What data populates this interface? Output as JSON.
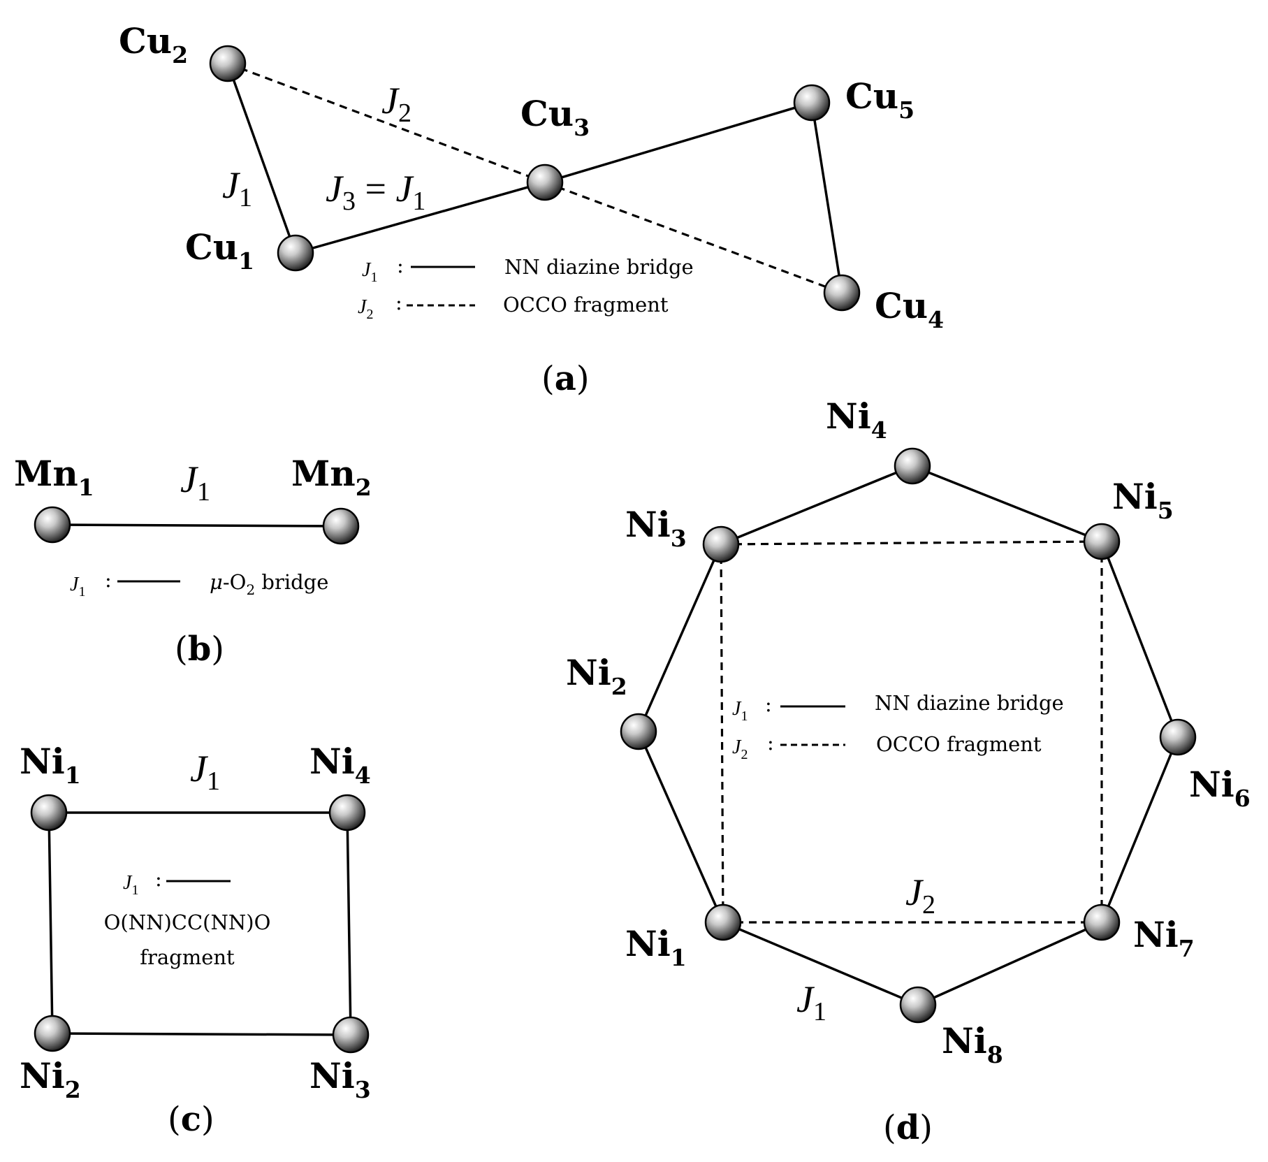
{
  "panels": {
    "a": {
      "label_open": "(",
      "label_letter": "a",
      "label_close": ")",
      "atoms": [
        {
          "el": "Cu",
          "sub": "1"
        },
        {
          "el": "Cu",
          "sub": "2"
        },
        {
          "el": "Cu",
          "sub": "3"
        },
        {
          "el": "Cu",
          "sub": "4"
        },
        {
          "el": "Cu",
          "sub": "5"
        }
      ],
      "couplings": {
        "j1": {
          "sym": "J",
          "sub": "1"
        },
        "j2": {
          "sym": "J",
          "sub": "2"
        },
        "j3": {
          "sym": "J",
          "sub": "3",
          "eq": " = ",
          "sym2": "J",
          "sub2": "1"
        }
      },
      "legend": [
        {
          "sym": "J",
          "sub": "1",
          "colon": ":",
          "style": "solid",
          "text": "NN diazine bridge"
        },
        {
          "sym": "J",
          "sub": "2",
          "colon": ":",
          "style": "dashed",
          "text": "OCCO fragment"
        }
      ]
    },
    "b": {
      "label_open": "(",
      "label_letter": "b",
      "label_close": ")",
      "atoms": [
        {
          "el": "Mn",
          "sub": "1"
        },
        {
          "el": "Mn",
          "sub": "2"
        }
      ],
      "couplings": {
        "j1": {
          "sym": "J",
          "sub": "1"
        }
      },
      "legend": [
        {
          "sym": "J",
          "sub": "1",
          "colon": ":",
          "style": "solid",
          "mu": "μ",
          "text_pre": "-O",
          "text_sub": "2",
          "text_post": " bridge"
        }
      ]
    },
    "c": {
      "label_open": "(",
      "label_letter": "c",
      "label_close": ")",
      "atoms": [
        {
          "el": "Ni",
          "sub": "1"
        },
        {
          "el": "Ni",
          "sub": "2"
        },
        {
          "el": "Ni",
          "sub": "3"
        },
        {
          "el": "Ni",
          "sub": "4"
        }
      ],
      "couplings": {
        "j1": {
          "sym": "J",
          "sub": "1"
        }
      },
      "legend": [
        {
          "sym": "J",
          "sub": "1",
          "colon": ":",
          "style": "solid",
          "text_line1": "O(NN)CC(NN)O",
          "text_line2": "fragment"
        }
      ]
    },
    "d": {
      "label_open": "(",
      "label_letter": "d",
      "label_close": ")",
      "atoms": [
        {
          "el": "Ni",
          "sub": "1"
        },
        {
          "el": "Ni",
          "sub": "2"
        },
        {
          "el": "Ni",
          "sub": "3"
        },
        {
          "el": "Ni",
          "sub": "4"
        },
        {
          "el": "Ni",
          "sub": "5"
        },
        {
          "el": "Ni",
          "sub": "6"
        },
        {
          "el": "Ni",
          "sub": "7"
        },
        {
          "el": "Ni",
          "sub": "8"
        }
      ],
      "couplings": {
        "j1": {
          "sym": "J",
          "sub": "1"
        },
        "j2": {
          "sym": "J",
          "sub": "2"
        }
      },
      "legend": [
        {
          "sym": "J",
          "sub": "1",
          "colon": ":",
          "style": "solid",
          "text": "NN diazine bridge"
        },
        {
          "sym": "J",
          "sub": "2",
          "colon": ":",
          "style": "dashed",
          "text": "OCCO fragment"
        }
      ]
    }
  }
}
